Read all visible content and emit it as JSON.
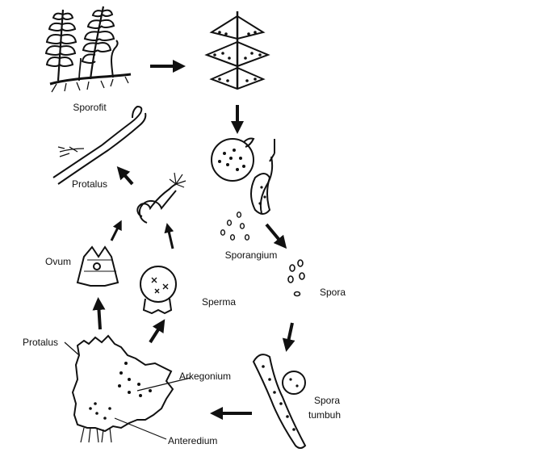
{
  "diagram": {
    "stages": {
      "sporofit": "Sporofit",
      "sporangium": "Sporangium",
      "spora": "Spora",
      "spora_tumbuh_line1": "Spora",
      "spora_tumbuh_line2": "tumbuh",
      "protalus_mature": "Protalus",
      "arkegonium": "Arkegonium",
      "anteredium": "Anteredium",
      "ovum": "Ovum",
      "sperma": "Sperma",
      "protalus_young": "Protalus"
    },
    "colors": {
      "ink": "#111111",
      "paper": "#ffffff"
    }
  }
}
